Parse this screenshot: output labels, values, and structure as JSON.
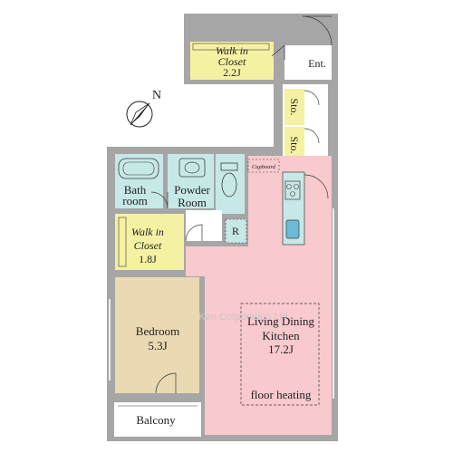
{
  "colors": {
    "wall": "#a6a6a6",
    "ldk": "#f8c9cd",
    "bedroom": "#ead9b3",
    "closet": "#f5f1a2",
    "bath": "#c6e8e6",
    "balcony": "#ffffff",
    "fixture_stroke": "#3c3c3c",
    "sink": "#6bbad8"
  },
  "rooms": {
    "walk_in_closet_top": {
      "line1": "Walk in",
      "line2": "Closet",
      "line3": "2.2J"
    },
    "entrance": "Ent.",
    "storage_1": "Sto.",
    "storage_2": "Sto.",
    "bathroom": {
      "line1": "Bath",
      "line2": "room"
    },
    "powder_room": {
      "line1": "Powder",
      "line2": "Room"
    },
    "cupboard": "Cupboard",
    "refrigerator": "R",
    "walk_in_closet_left": {
      "line1": "Walk in",
      "line2": "Closet",
      "line3": "1.8J"
    },
    "living_dining_kitchen": {
      "line1": "Living Dining",
      "line2": "Kitchen",
      "line3": "17.2J"
    },
    "floor_heating": "floor heating",
    "bedroom": {
      "line1": "Bedroom",
      "line2": "5.3J"
    },
    "balcony": "Balcony"
  },
  "compass": {
    "label": "N",
    "icon": "north-arrow-icon"
  },
  "watermark": "Ken Corporation Ltd."
}
